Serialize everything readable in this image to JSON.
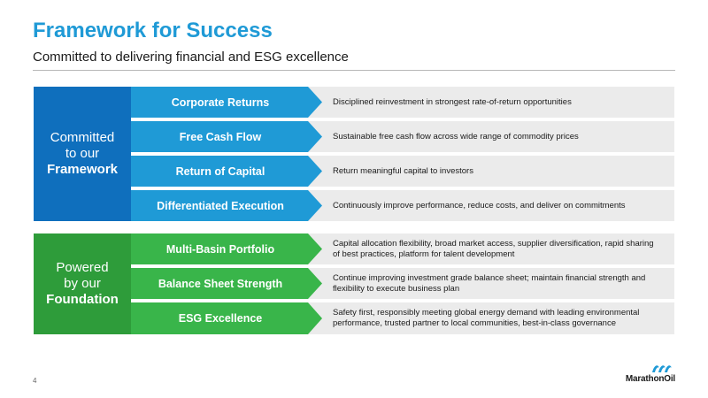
{
  "header": {
    "title": "Framework for Success",
    "subtitle": "Committed to delivering financial and ESG excellence"
  },
  "framework": {
    "label_line1": "Committed",
    "label_line2": "to our",
    "label_line3": "Framework",
    "color": "#0f6fbd",
    "arrow_color": "#1f9ad6",
    "rows": [
      {
        "title": "Corporate Returns",
        "desc": "Disciplined reinvestment in strongest rate-of-return opportunities"
      },
      {
        "title": "Free Cash Flow",
        "desc": "Sustainable free cash flow across wide range of commodity prices"
      },
      {
        "title": "Return of Capital",
        "desc": "Return meaningful capital to investors"
      },
      {
        "title": "Differentiated Execution",
        "desc": "Continuously improve performance, reduce costs, and deliver on commitments"
      }
    ]
  },
  "foundation": {
    "label_line1": "Powered",
    "label_line2": "by our",
    "label_line3": "Foundation",
    "color": "#2e9c3a",
    "arrow_color": "#39b54a",
    "rows": [
      {
        "title": "Multi-Basin Portfolio",
        "desc": "Capital allocation flexibility, broad market access, supplier diversification, rapid sharing of best practices, platform for talent development"
      },
      {
        "title": "Balance Sheet Strength",
        "desc": "Continue improving investment grade balance sheet; maintain financial strength and flexibility to execute business plan"
      },
      {
        "title": "ESG Excellence",
        "desc": "Safety first, responsibly meeting global energy demand with leading environmental performance, trusted partner to local communities, best-in-class governance"
      }
    ]
  },
  "footer": {
    "page_number": "4",
    "logo_text": "MarathonOil",
    "logo_icon": "marathon-oil-logo-icon"
  }
}
